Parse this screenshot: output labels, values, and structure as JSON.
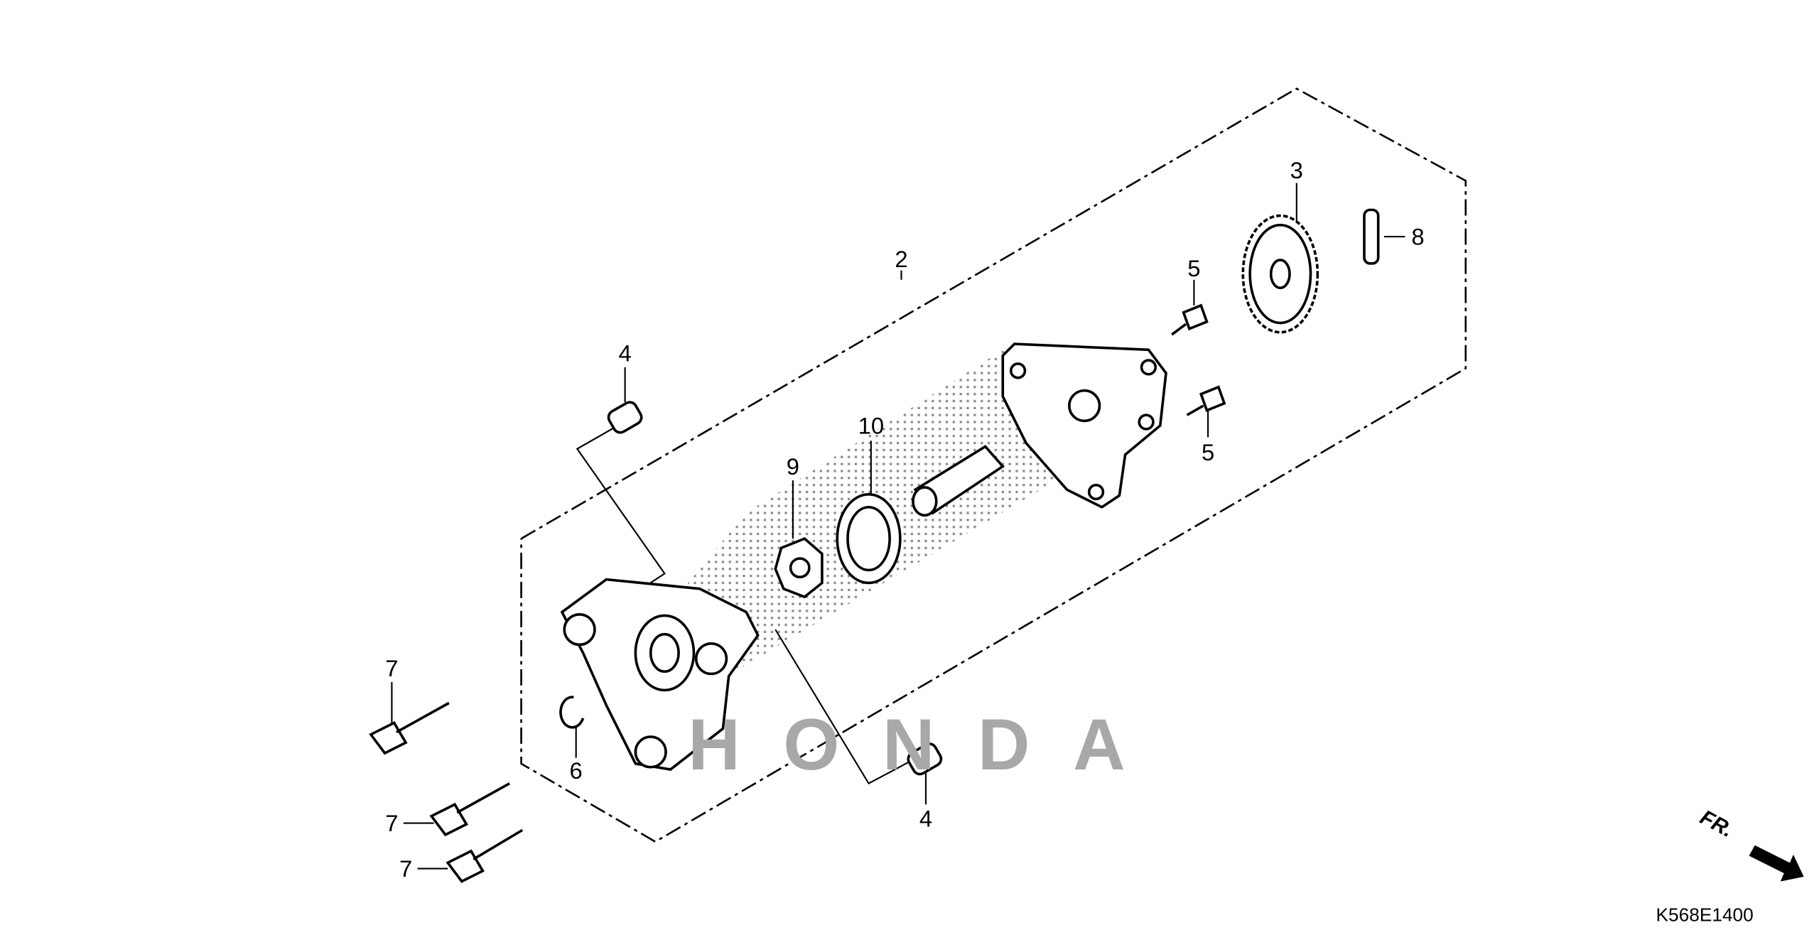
{
  "diagram": {
    "title_code": "K568E1400",
    "direction_label": "FR.",
    "watermark": "HONDA",
    "callouts": [
      {
        "id": "callout-2",
        "text": "2"
      },
      {
        "id": "callout-3",
        "text": "3"
      },
      {
        "id": "callout-8",
        "text": "8"
      },
      {
        "id": "callout-5a",
        "text": "5"
      },
      {
        "id": "callout-5b",
        "text": "5"
      },
      {
        "id": "callout-4a",
        "text": "4"
      },
      {
        "id": "callout-10",
        "text": "10"
      },
      {
        "id": "callout-9",
        "text": "9"
      },
      {
        "id": "callout-7a",
        "text": "7"
      },
      {
        "id": "callout-6",
        "text": "6"
      },
      {
        "id": "callout-4b",
        "text": "4"
      },
      {
        "id": "callout-7b",
        "text": "7"
      },
      {
        "id": "callout-7c",
        "text": "7"
      }
    ]
  }
}
